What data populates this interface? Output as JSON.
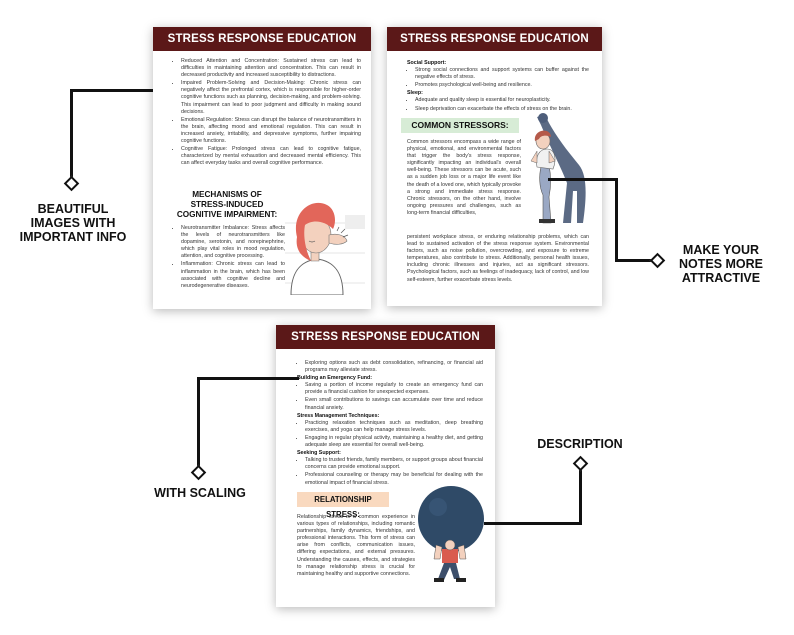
{
  "page1": {
    "banner": "STRESS RESPONSE EDUCATION",
    "bullets": [
      "Reduced Attention and Concentration: Sustained stress can lead to difficulties in maintaining attention and concentration. This can result in decreased productivity and increased susceptibility to distractions.",
      "Impaired Problem-Solving and Decision-Making: Chronic stress can negatively affect the prefrontal cortex, which is responsible for higher-order cognitive functions such as planning, decision-making, and problem-solving. This impairment can lead to poor judgment and difficulty in making sound decisions.",
      "Emotional Regulation: Stress can disrupt the balance of neurotransmitters in the brain, affecting mood and emotional regulation. This can result in increased anxiety, irritability, and depressive symptoms, further impairing cognitive functions.",
      "Cognitive Fatigue: Prolonged stress can lead to cognitive fatigue, characterized by mental exhaustion and decreased mental efficiency. This can affect everyday tasks and overall cognitive performance."
    ],
    "mech_heading": "MECHANISMS OF STRESS-INDUCED COGNITIVE IMPAIRMENT:",
    "mech_bullets": [
      "Neurotransmitter Imbalance: Stress affects the levels of neurotransmitters like dopamine, serotonin, and norepinephrine, which play vital roles in mood regulation, attention, and cognitive processing.",
      "Inflammation: Chronic stress can lead to inflammation in the brain, which has been associated with cognitive decline and neurodegenerative diseases."
    ]
  },
  "page2": {
    "banner": "STRESS RESPONSE EDUCATION",
    "social_title": "Social Support:",
    "social_bullets": [
      "Strong social connections and support systems can buffer against the negative effects of stress.",
      "Promotes psychological well-being and resilience."
    ],
    "sleep_title": "Sleep:",
    "sleep_bullets": [
      "Adequate and quality sleep is essential for neuroplasticity.",
      "Sleep deprivation can exacerbate the effects of stress on the brain."
    ],
    "stressors_heading": "COMMON STRESSORS:",
    "stressors_para1": "Common stressors encompass a wide range of physical, emotional, and environmental factors that trigger the body's stress response, significantly impacting an individual's overall well-being. These stressors can be acute, such as a sudden job loss or a major life event like the death of a loved one, which typically provoke a strong and immediate stress response. Chronic stressors, on the other hand, involve ongoing pressures and challenges, such as long-term financial difficulties,",
    "stressors_para2": "persistent workplace stress, or enduring relationship problems, which can lead to sustained activation of the stress response system. Environmental factors, such as noise pollution, overcrowding, and exposure to extreme temperatures, also contribute to stress. Additionally, personal health issues, including chronic illnesses and injuries, act as significant stressors. Psychological factors, such as feelings of inadequacy, lack of control, and low self-esteem, further exacerbate stress levels."
  },
  "page3": {
    "banner": "STRESS RESPONSE EDUCATION",
    "top_bullets": [
      "Exploring options such as debt consolidation, refinancing, or financial aid programs may alleviate stress."
    ],
    "fund_title": "Building an Emergency Fund:",
    "fund_bullets": [
      "Saving a portion of income regularly to create an emergency fund can provide a financial cushion for unexpected expenses.",
      "Even small contributions to savings can accumulate over time and reduce financial anxiety."
    ],
    "mgmt_title": "Stress Management Techniques:",
    "mgmt_bullets": [
      "Practicing relaxation techniques such as meditation, deep breathing exercises, and yoga can help manage stress levels.",
      "Engaging in regular physical activity, maintaining a healthy diet, and getting adequate sleep are essential for overall well-being."
    ],
    "support_title": "Seeking Support:",
    "support_bullets": [
      "Talking to trusted friends, family members, or support groups about financial concerns can provide emotional support.",
      "Professional counseling or therapy may be beneficial for dealing with the emotional impact of financial stress."
    ],
    "rel_heading": "RELATIONSHIP STRESS:",
    "rel_para": "Relationship stress is a common experience in various types of relationships, including romantic partnerships, family dynamics, friendships, and professional interactions. This form of stress can arise from conflicts, communication issues, differing expectations, and external pressures. Understanding the causes, effects, and strategies to manage relationship stress is crucial for maintaining healthy and supportive connections."
  },
  "callouts": {
    "images": "BEAUTIFUL IMAGES WITH IMPORTANT INFO",
    "notes": "MAKE YOUR NOTES MORE ATTRACTIVE",
    "scaling": "WITH SCALING",
    "description": "DESCRIPTION"
  },
  "colors": {
    "banner": "#5b1818",
    "stressors_highlight": "#d7ecd6",
    "relationship_highlight": "#f9d9bf",
    "boulder": "#2f4a67"
  }
}
